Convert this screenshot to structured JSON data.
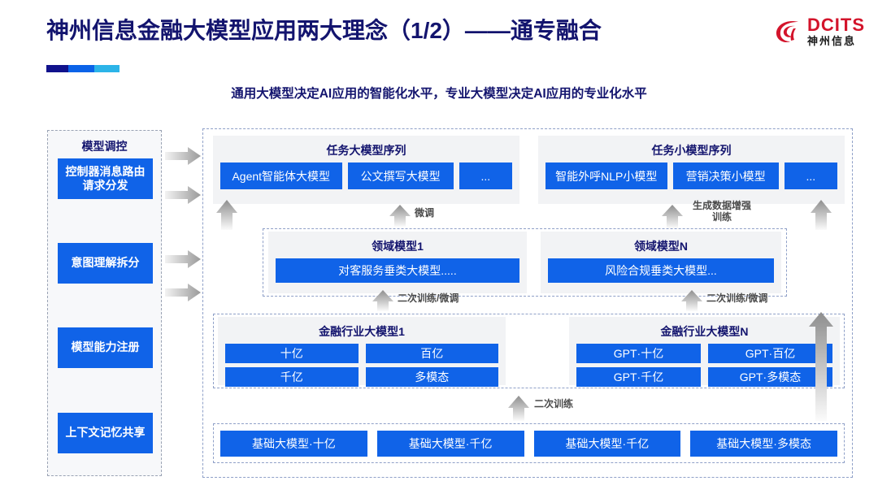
{
  "header": {
    "title": "神州信息金融大模型应用两大理念（1/2）——通专融合",
    "subtitle": "通用大模型决定AI应用的智能化水平，专业大模型决定AI应用的专业化水平",
    "logo_en": "DCITS",
    "logo_cn": "神州信息",
    "accent_navy": "#13146E",
    "accent_blue": "#1063E8",
    "logo_red": "#D3142B"
  },
  "control_column": {
    "title": "模型调控",
    "items": [
      {
        "label": "控制器消息路由请求分发"
      },
      {
        "label": "意图理解拆分"
      },
      {
        "label": "模型能力注册"
      },
      {
        "label": "上下文记忆共享"
      }
    ]
  },
  "task_sequences": [
    {
      "title": "任务大模型序列",
      "chips": [
        "Agent智能体大模型",
        "公文撰写大模型",
        "..."
      ]
    },
    {
      "title": "任务小模型序列",
      "chips": [
        "智能外呼NLP小模型",
        "营销决策小模型",
        "..."
      ]
    }
  ],
  "domain_models": [
    {
      "title": "领域模型1",
      "chip": "对客服务垂类大模型....."
    },
    {
      "title": "领域模型N",
      "chip": "风险合规垂类大模型..."
    }
  ],
  "industry_models": [
    {
      "title": "金融行业大模型1",
      "chips": [
        "十亿",
        "百亿",
        "千亿",
        "多模态"
      ]
    },
    {
      "title": "金融行业大模型N",
      "chips": [
        "GPT·十亿",
        "GPT·百亿",
        "GPT·千亿",
        "GPT·多模态"
      ]
    }
  ],
  "base_models": [
    "基础大模型·十亿",
    "基础大模型·千亿",
    "基础大模型·千亿",
    "基础大模型·多模态"
  ],
  "arrow_labels": {
    "fine_tune": "微调",
    "data_augment_line1": "生成数据增强",
    "data_augment_line2": "训练",
    "retrain_finetune_left": "二次训练/微调",
    "retrain_finetune_right": "二次训练/微调",
    "retrain": "二次训练"
  }
}
